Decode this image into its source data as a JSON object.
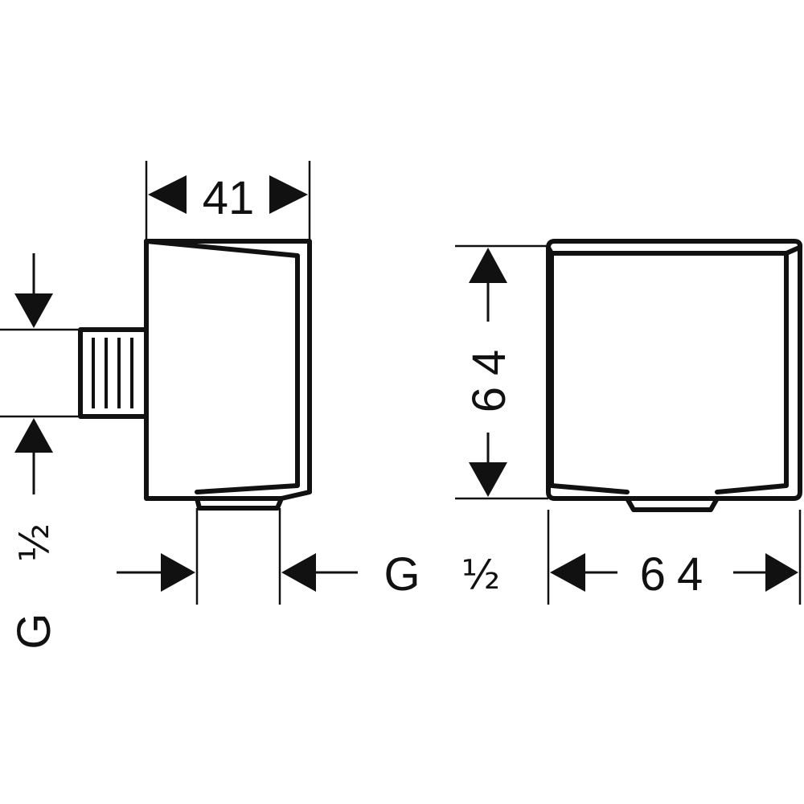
{
  "dimensions": {
    "side_width": "41",
    "front_height": "64",
    "front_width": "64"
  },
  "thread_labels": {
    "side_inlet": {
      "letter": "G",
      "size": "½"
    },
    "bottom_outlet": {
      "letter": "G",
      "size": "½"
    }
  },
  "colors": {
    "line": "#111111",
    "background": "#ffffff"
  }
}
